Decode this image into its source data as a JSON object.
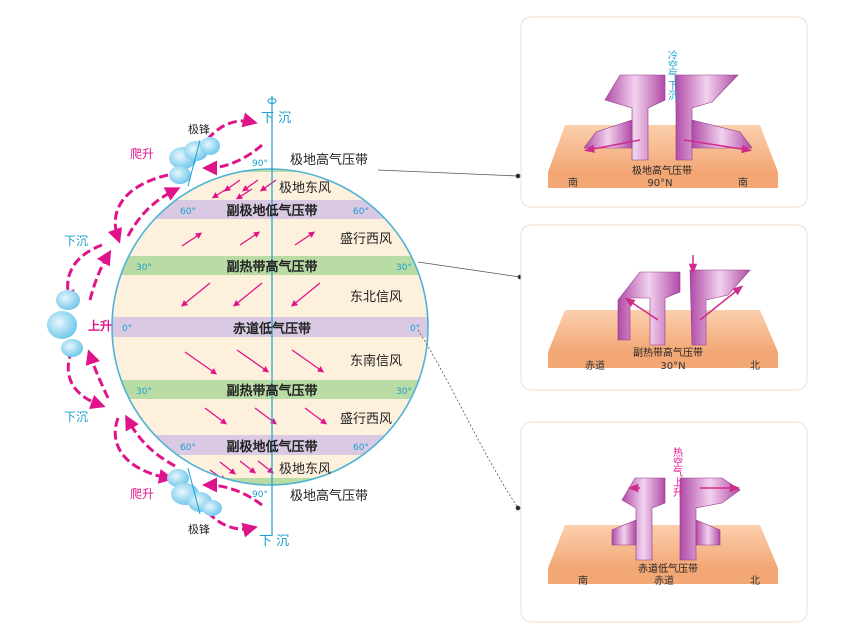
{
  "globe": {
    "north_pole_high": "极地高气压带",
    "south_pole_high": "极地高气压带",
    "polar_easterlies_n": "极地东风",
    "polar_easterlies_s": "极地东风",
    "subpolar_low_n": "副极地低气压带",
    "subpolar_low_s": "副极地低气压带",
    "westerlies_n": "盛行西风",
    "westerlies_s": "盛行西风",
    "subtropical_high_n": "副热带高气压带",
    "subtropical_high_s": "副热带高气压带",
    "ne_trades": "东北信风",
    "se_trades": "东南信风",
    "equatorial_low": "赤道低气压带",
    "lat_90_n": "90°",
    "lat_90_s": "90°",
    "lat_60": "60°",
    "lat_30": "30°",
    "lat_0": "0°"
  },
  "circulation": {
    "sink_top": "下 沉",
    "sink_bottom": "下 沉",
    "front_n": "极锋",
    "front_s": "极锋",
    "climb_n": "爬升",
    "climb_s": "爬升",
    "sink_left_n": "下沉",
    "sink_left_s": "下沉",
    "rise_eq": "上升"
  },
  "panels": [
    {
      "label": "极地高气压带",
      "air_label": "冷空气下沉",
      "axis_left": "南",
      "axis_center": "90°N",
      "axis_right": "南"
    },
    {
      "label": "副热带高气压带",
      "axis_left": "赤道",
      "axis_center": "30°N",
      "axis_right": "北"
    },
    {
      "label": "赤道低气压带",
      "air_label": "热空气上升",
      "axis_left": "南",
      "axis_center": "赤道",
      "axis_right": "北"
    }
  ],
  "colors": {
    "globe_outline": "#4fb3d6",
    "band_cream": "#fdf0dc",
    "band_purple": "#d9c9e3",
    "band_green": "#b9dca5",
    "arrow_magenta": "#e0148a",
    "label_cyan": "#1aa0d0",
    "panel_ground": "#f6b889"
  }
}
